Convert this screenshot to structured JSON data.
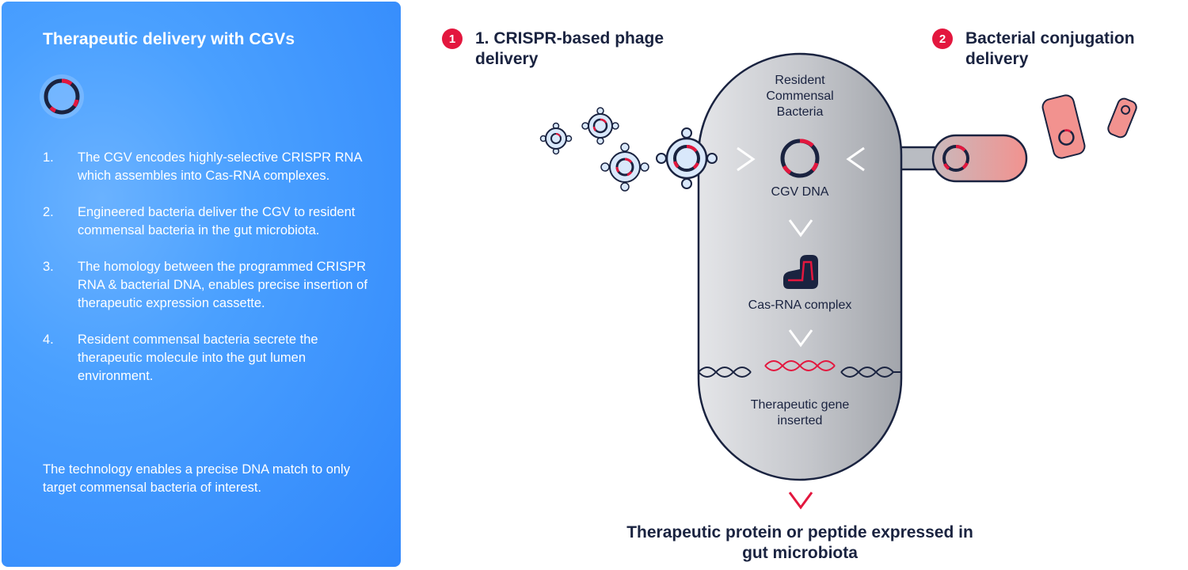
{
  "panel": {
    "title": "Therapeutic delivery with CGVs",
    "steps": [
      {
        "num": "1.",
        "text": "The CGV encodes highly-selective CRISPR RNA which assembles into Cas-RNA complexes."
      },
      {
        "num": "2.",
        "text": "Engineered bacteria deliver the CGV to resident commensal bacteria in the gut microbiota."
      },
      {
        "num": "3.",
        "text": "The homology between the programmed CRISPR RNA & bacterial DNA, enables precise insertion of therapeutic expression cassette."
      },
      {
        "num": "4.",
        "text": "Resident commensal bacteria secrete the therapeutic molecule into the gut lumen environment."
      }
    ],
    "note": "The technology enables a precise DNA match to only target commensal bacteria of interest."
  },
  "routes": [
    {
      "badge": "1",
      "label": "1. CRISPR-based phage delivery"
    },
    {
      "badge": "2",
      "label": "Bacterial conjugation delivery"
    }
  ],
  "capsule": {
    "resident_label": "Resident Commensal Bacteria",
    "cgv_label": "CGV DNA",
    "cas_label": "Cas-RNA complex",
    "gene_label": "Therapeutic gene inserted"
  },
  "output_label": "Therapeutic protein or peptide expressed in gut microbiota",
  "colors": {
    "panel": "#2f86fb",
    "accent_red": "#e3173e",
    "navy": "#1a2340",
    "capsule_grey": "#b9bcc2",
    "donor_pink": "#f2928f",
    "phage_blue": "#d9e8fb"
  },
  "icons": [
    "plasmid-icon",
    "phage-icon",
    "cas-rna-icon",
    "dna-helix-icon",
    "chevron-right-icon",
    "chevron-left-icon",
    "chevron-down-icon"
  ]
}
